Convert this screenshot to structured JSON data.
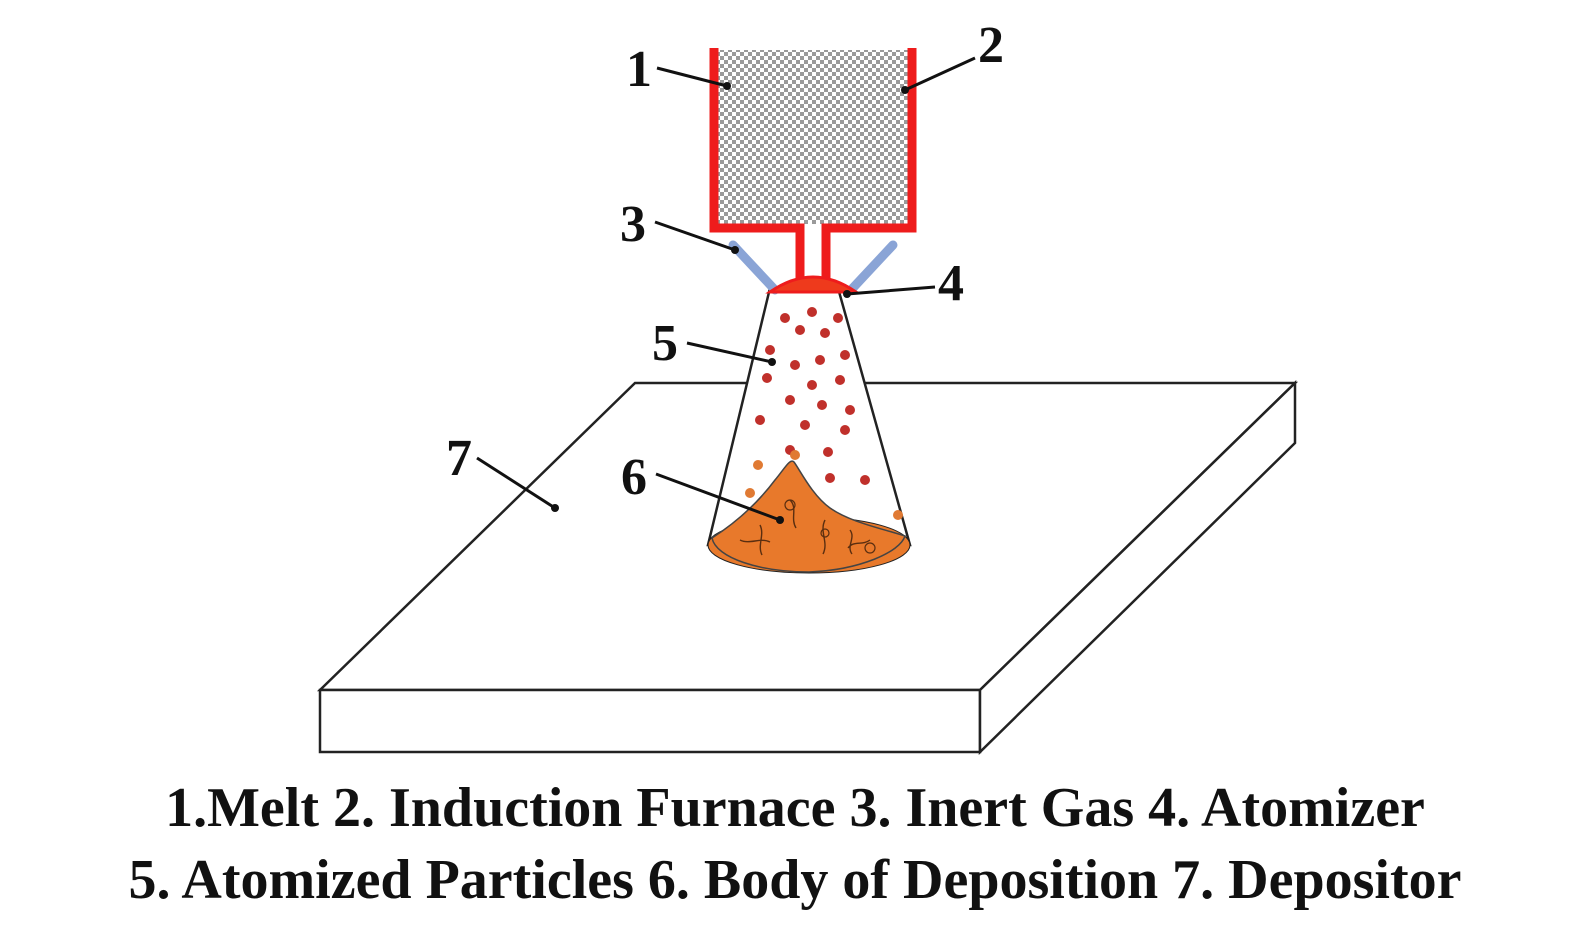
{
  "callouts": [
    {
      "number": "1",
      "label": "Melt"
    },
    {
      "number": "2",
      "label": "Induction Furnace"
    },
    {
      "number": "3",
      "label": "Inert Gas"
    },
    {
      "number": "4",
      "label": "Atomizer"
    },
    {
      "number": "5",
      "label": "Atomized Particles"
    },
    {
      "number": "6",
      "label": "Body of Deposition"
    },
    {
      "number": "7",
      "label": "Depositor"
    }
  ],
  "caption": {
    "line1": "1.Melt 2. Induction Furnace 3. Inert Gas 4. Atomizer",
    "line2": "5. Atomized Particles 6. Body of Deposition 7. Depositor"
  },
  "colors": {
    "furnace_wall": "#ee1c1c",
    "melt_fill": "#bdbdbd",
    "gas_nozzle": "#8aa4d6",
    "atomizer": "#ee3a1c",
    "particle": "#c0302b",
    "deposit": "#e8792b",
    "deposit_particle": "#e07a33",
    "outline": "#222222"
  }
}
